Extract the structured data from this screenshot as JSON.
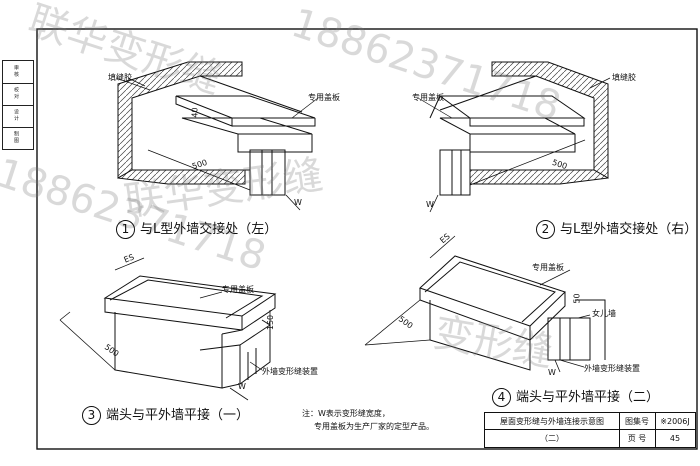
{
  "sidebar": {
    "labels": [
      "审\n核",
      "校\n对",
      "设\n计",
      "制\n图"
    ]
  },
  "details": [
    {
      "num": "1",
      "caption": "与L型外墙交接处（左）",
      "filler": "填缝胶",
      "cover": "专用盖板",
      "dim_500": "500",
      "dim_w": "W",
      "dim_40": "40"
    },
    {
      "num": "2",
      "caption": "与L型外墙交接处（右）",
      "filler": "填缝胶",
      "cover": "专用盖板",
      "dim_500": "500",
      "dim_w": "W"
    },
    {
      "num": "3",
      "caption": "端头与平外墙平接（一）",
      "cover": "专用盖板",
      "device": "外墙变形缝装置",
      "dim_500": "500",
      "dim_150": "150",
      "dim_es": "ES",
      "dim_w": "W"
    },
    {
      "num": "4",
      "caption": "端头与平外墙平接（二）",
      "cover": "专用盖板",
      "parapet": "女儿墙",
      "device": "外墙变形缝装置",
      "dim_500": "500",
      "dim_50": "50",
      "dim_es": "ES",
      "dim_w": "W"
    }
  ],
  "notes": {
    "line1": "注：W表示变形缝宽度，",
    "line2": "专用盖板为生产厂家的定型产品。"
  },
  "title_block": {
    "title": "屋面变形缝与外墙连接示意图",
    "sub": "（二）",
    "atlas_label": "图集号",
    "atlas_no": "※2006J",
    "page_label": "页  号",
    "page_no": "45"
  },
  "watermarks": [
    "联华变形缝",
    "18862371718",
    "联华变形缝",
    "18862371718",
    "变形缝"
  ]
}
